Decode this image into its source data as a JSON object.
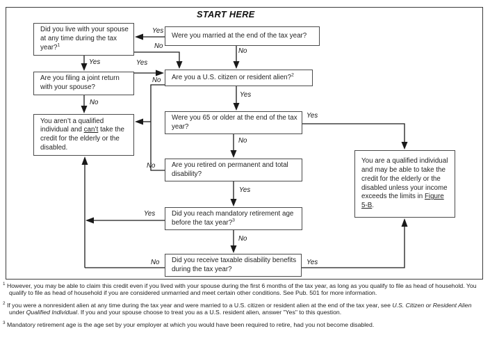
{
  "title": "START HERE",
  "nodes": {
    "married": {
      "text": "Were you married at the end of the tax year?"
    },
    "live_with_spouse": {
      "text": "Did you live with your spouse at any time during the tax year?",
      "sup": "1"
    },
    "joint_return": {
      "text": "Are you filing a joint return with your spouse?"
    },
    "citizen": {
      "text": "Are you a U.S. citizen or resident alien?",
      "sup": "2"
    },
    "age65": {
      "text": "Were you 65 or older at the end of the tax year?"
    },
    "not_qualified": {
      "pre": "You aren’t a qualified individual and ",
      "underline": "can’t",
      "post": " take the credit for the elderly or the disabled."
    },
    "retired": {
      "text": "Are you retired on permanent and total disability?"
    },
    "mandatory": {
      "text": "Did you reach mandatory retirement age before the tax year?",
      "sup": "3"
    },
    "taxable": {
      "text": "Did you receive taxable disability benefits during the tax year?"
    },
    "qualified": {
      "pre": "You are a qualified individual and may be able to take the credit for the elderly or the disabled unless your income exceeds the limits in ",
      "underline": "Figure 5-B",
      "post": "."
    }
  },
  "edges": {
    "married_to_spouse": "Yes",
    "spouse_to_citizen": "No",
    "married_to_citizen": "No",
    "spouse_to_joint": "Yes",
    "joint_to_citizen": "Yes",
    "citizen_to_notqualified": "No",
    "joint_to_notqualified": "No",
    "citizen_to_65": "Yes",
    "age65_to_qualified": "Yes",
    "age65_to_retired": "No",
    "retired_to_notqualified": "No",
    "retired_to_mandatory": "Yes",
    "mandatory_to_notqualified": "Yes",
    "mandatory_to_taxable": "No",
    "taxable_to_notqualified": "No",
    "taxable_to_qualified": "Yes"
  },
  "footnotes": [
    {
      "marker": "1",
      "text": "However, you may be able to claim this credit even if you lived with your spouse during the first 6 months of the tax year, as long as you qualify to file as head of household. You qualify to file as head of household if you are considered unmarried and meet certain other conditions. See Pub. 501 for more information."
    },
    {
      "marker": "2",
      "p1": "If you were a nonresident alien at any time during the tax year and were married to a U.S. citizen or resident alien at the end of the tax year, see ",
      "i1": "U.S. Citizen or Resident Alien",
      "p2": " under ",
      "i2": "Qualified Individual",
      "p3": ". If you and your spouse choose to treat you as a U.S. resident alien, answer \"Yes\" to this question."
    },
    {
      "marker": "3",
      "text": "Mandatory retirement age is the age set by your employer at which you would have been required to retire, had you not become disabled."
    }
  ],
  "colors": {
    "line": "#1a1a1a",
    "border": "#4a4a4a",
    "background": "#ffffff"
  }
}
